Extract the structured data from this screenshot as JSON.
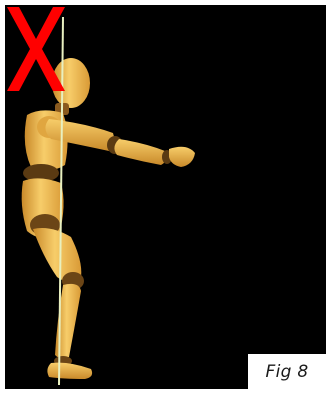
{
  "figure": {
    "caption": "Fig 8"
  },
  "colors": {
    "background": "#000000",
    "mannequin_body": "#f5c15c",
    "mannequin_joint": "#5a3a12",
    "plumb_line": "#e8f0c0",
    "x_mark": "#ff0000"
  },
  "icons": {
    "x_mark": "incorrect-x-icon",
    "mannequin": "wooden-mannequin-figure",
    "plumb_line": "vertical-plumb-line"
  }
}
